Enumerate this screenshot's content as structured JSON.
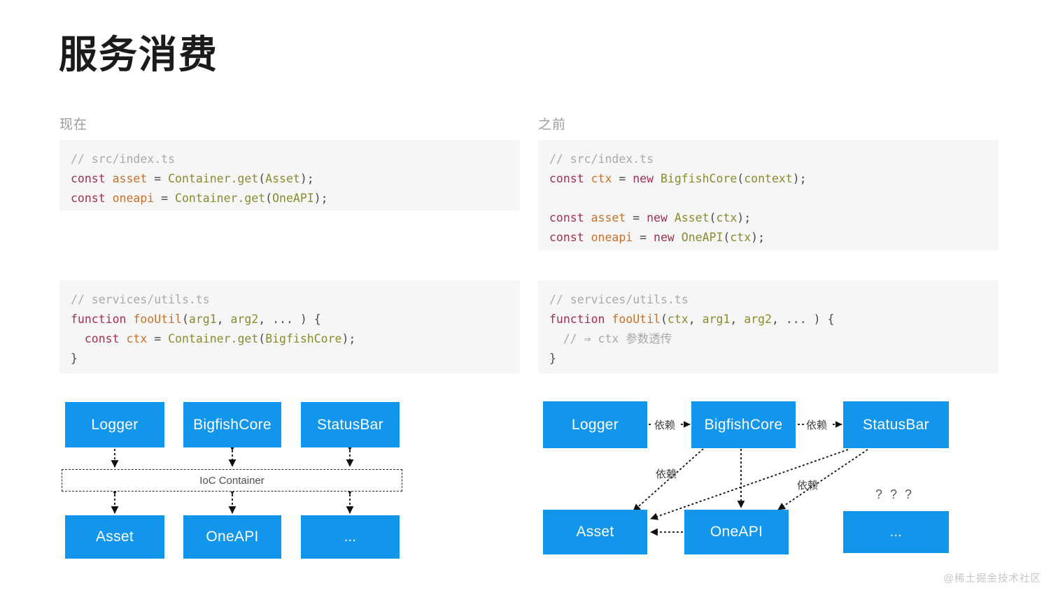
{
  "slide": {
    "title": "服务消费",
    "watermark": "@稀土掘金技术社区"
  },
  "columns": {
    "left_header": "现在",
    "right_header": "之前"
  },
  "code_blocks": {
    "left_top": {
      "comment": "// src/index.ts",
      "lines": [
        "const asset = Container.get(Asset);",
        "const oneapi = Container.get(OneAPI);"
      ]
    },
    "right_top": {
      "comment": "// src/index.ts",
      "lines": [
        "const ctx = new BigfishCore(context);",
        "",
        "const asset = new Asset(ctx);",
        "const oneapi = new OneAPI(ctx);"
      ]
    },
    "left_bottom": {
      "comment": "// services/utils.ts",
      "lines": [
        "function fooUtil(arg1, arg2, ... ) {",
        "  const ctx = Container.get(BigfishCore);",
        "}"
      ]
    },
    "right_bottom": {
      "comment": "// services/utils.ts",
      "lines": [
        "function fooUtil(ctx, arg1, arg2, ... ) {",
        "  // ⇒ ctx 参数透传",
        "}"
      ]
    }
  },
  "diagram_left": {
    "top_nodes": [
      "Logger",
      "BigfishCore",
      "StatusBar"
    ],
    "container_label": "IoC Container",
    "bottom_nodes": [
      "Asset",
      "OneAPI",
      "..."
    ]
  },
  "diagram_right": {
    "top_nodes": [
      "Logger",
      "BigfishCore",
      "StatusBar"
    ],
    "bottom_nodes": [
      "Asset",
      "OneAPI",
      "..."
    ],
    "edge_labels": [
      "依赖",
      "依赖",
      "依赖",
      "依赖"
    ],
    "question_marks": "? ? ?"
  },
  "colors": {
    "node_blue": "#1296ec",
    "code_bg": "#f6f6f6",
    "header_gray": "#9b9b9b"
  }
}
